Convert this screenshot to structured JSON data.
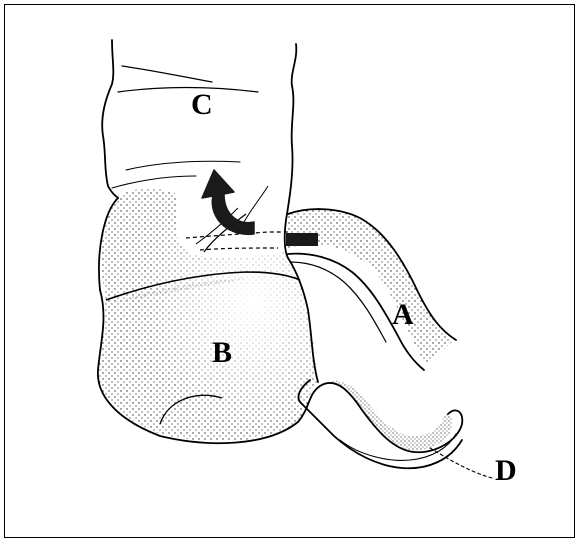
{
  "diagram": {
    "labels": {
      "a": "A",
      "b": "B",
      "c": "C",
      "d": "D"
    },
    "colors": {
      "line": "#000000",
      "background": "#ffffff",
      "stipple": "#2a2a2a",
      "arrow": "#1a1a1a"
    }
  }
}
